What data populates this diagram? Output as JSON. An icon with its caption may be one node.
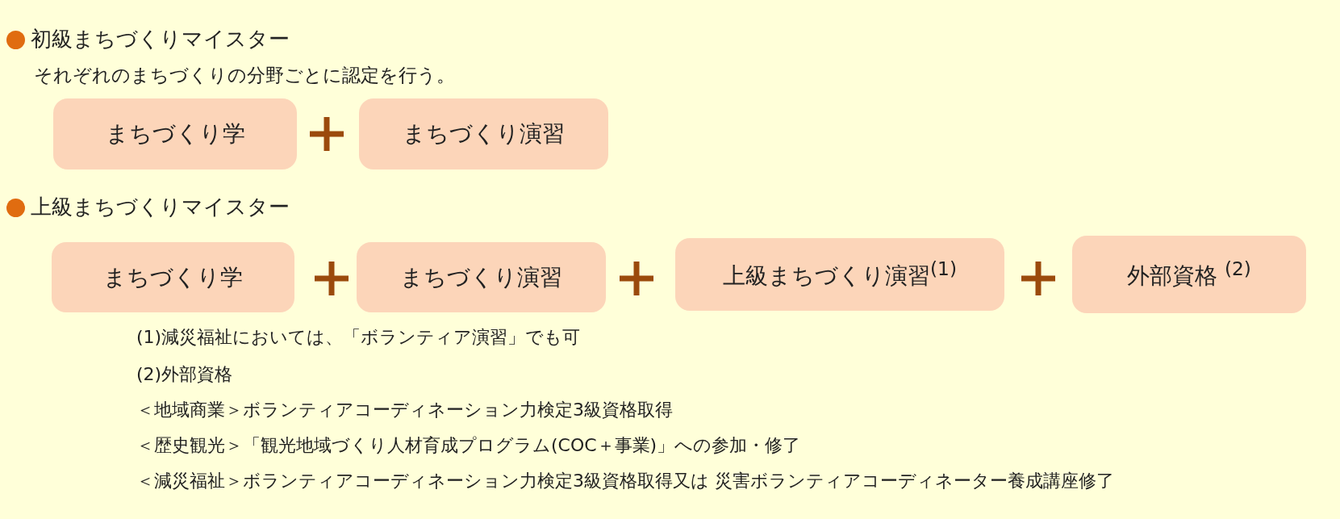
{
  "diagram": {
    "nodes": [
      {
        "text": [
          "まちづくり学"
        ]
      },
      {
        "text": [
          "まちづくり演習"
        ]
      },
      {
        "text": [
          "まちづくり学"
        ]
      },
      {
        "text": [
          "まちづくり演習"
        ]
      },
      {
        "text": [
          "上級まちづくり演習$^{(1)}$"
        ]
      },
      {
        "text": [
          "外部資格 $^{(2)}$"
        ]
      }
    ],
    "edges": [],
    "labels": [
      "初級まちづくりマイスター",
      "それぞれのまちづくりの分野ごとに認定を行う。",
      "上級まちづくりマイスター",
      "(1)減災福祉においては、「ボランティア演習」でも可",
      "(2)外部資格",
      "＜地域商業＞ボランティアコーディネーション力検定3級資格取得",
      "＜歴史観光＞「観光地域づくり人材育成プログラム(COC＋事業)」への参加・修了",
      "＜減災福祉＞ボランティアコーディネーション力検定3級資格取得又は 災害ボランティアコーディネーター養成講座修了"
    ]
  }
}
